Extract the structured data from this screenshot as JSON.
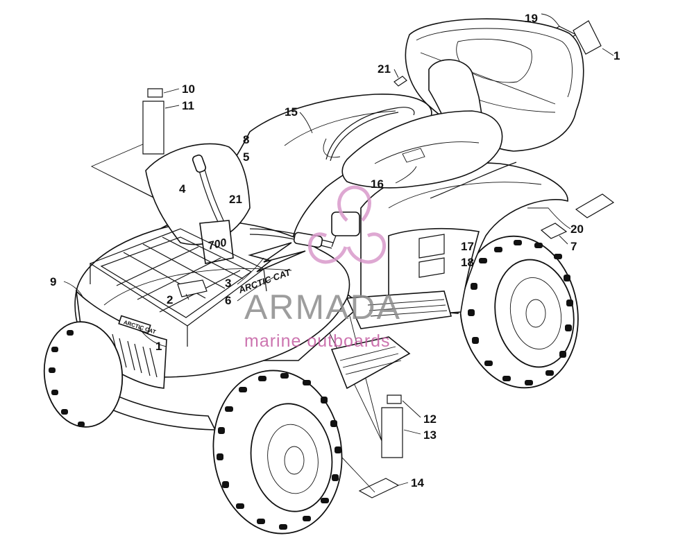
{
  "watermark": {
    "title": "ARMADA",
    "subtitle": "marine outboards",
    "logo_color": "#d99acb",
    "subtitle_color": "#c45ca2",
    "title_color": "#8c8c8c"
  },
  "decal_texts": {
    "front_badge": "ARCTIC CAT",
    "side_decal": "ARCTIC CAT",
    "display_number": "700"
  },
  "callouts": [
    {
      "id": "c19",
      "label": "19"
    },
    {
      "id": "c1-top",
      "label": "1"
    },
    {
      "id": "c21-top",
      "label": "21"
    },
    {
      "id": "c10",
      "label": "10"
    },
    {
      "id": "c11",
      "label": "11"
    },
    {
      "id": "c15",
      "label": "15"
    },
    {
      "id": "c8",
      "label": "8"
    },
    {
      "id": "c5",
      "label": "5"
    },
    {
      "id": "c4",
      "label": "4"
    },
    {
      "id": "c21-mid",
      "label": "21"
    },
    {
      "id": "c16",
      "label": "16"
    },
    {
      "id": "c20",
      "label": "20"
    },
    {
      "id": "c7",
      "label": "7"
    },
    {
      "id": "c17",
      "label": "17"
    },
    {
      "id": "c18",
      "label": "18"
    },
    {
      "id": "c9",
      "label": "9"
    },
    {
      "id": "c3",
      "label": "3"
    },
    {
      "id": "c2",
      "label": "2"
    },
    {
      "id": "c6",
      "label": "6"
    },
    {
      "id": "c1-front",
      "label": "1"
    },
    {
      "id": "c12",
      "label": "12"
    },
    {
      "id": "c13",
      "label": "13"
    },
    {
      "id": "c14",
      "label": "14"
    }
  ]
}
